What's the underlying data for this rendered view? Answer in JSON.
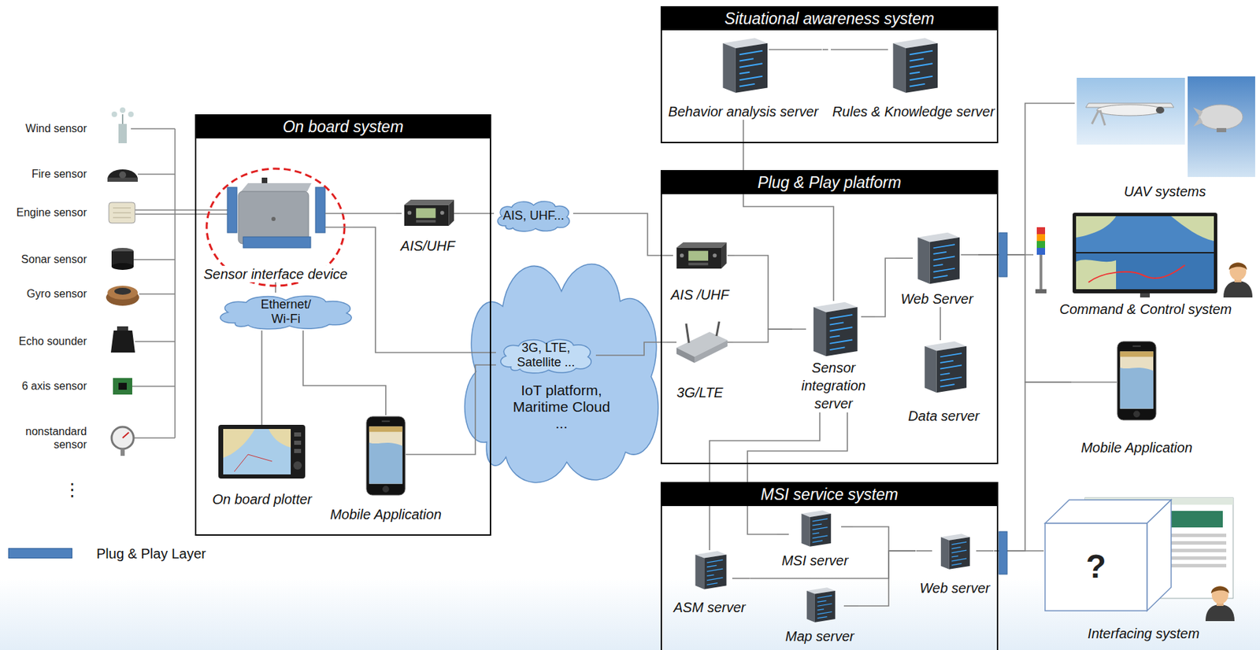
{
  "diagram": {
    "nodes": [
      {
        "text": [
          "On board system"
        ]
      },
      {
        "text": [
          "Sensor interface device"
        ],
        "in": 0
      },
      {
        "text": [
          "AIS/UHF"
        ],
        "in": 0
      },
      {
        "text": [
          "Ethernet/ Wi-Fi"
        ],
        "in": 0
      },
      {
        "text": [
          "On board plotter"
        ],
        "in": 0
      },
      {
        "text": [
          "Mobile Application"
        ],
        "in": 0
      },
      {
        "text": [
          "AIS, UHF..."
        ]
      },
      {
        "text": [
          "IoT platform, Maritime Cloud ..."
        ]
      },
      {
        "text": [
          "3G, LTE, Satellite ..."
        ],
        "in": 7
      },
      {
        "text": [
          "Situational awareness system"
        ]
      },
      {
        "text": [
          "Behavior analysis server"
        ],
        "in": 9
      },
      {
        "text": [
          "Rules & Knowledge server"
        ],
        "in": 9
      },
      {
        "text": [
          "Plug & Play platform"
        ]
      },
      {
        "text": [
          "AIS /UHF"
        ],
        "in": 12
      },
      {
        "text": [
          "3G/LTE"
        ],
        "in": 12
      },
      {
        "text": [
          "Sensor integration server"
        ],
        "in": 12
      },
      {
        "text": [
          "Web Server"
        ],
        "in": 12
      },
      {
        "text": [
          "Data server"
        ],
        "in": 12
      },
      {
        "text": [
          "MSI service system"
        ]
      },
      {
        "text": [
          "ASM server"
        ],
        "in": 18
      },
      {
        "text": [
          "MSI server"
        ],
        "in": 18
      },
      {
        "text": [
          "Map server"
        ],
        "in": 18
      },
      {
        "text": [
          "Web server"
        ],
        "in": 18
      },
      {
        "text": [
          "UAV systems"
        ]
      },
      {
        "text": [
          "Command & Control system"
        ]
      },
      {
        "text": [
          "Mobile Application"
        ]
      },
      {
        "text": [
          "?",
          "Interfacing system"
        ]
      }
    ],
    "edges": [
      {
        "from": 1,
        "to": 2,
        "arrow": "none"
      },
      {
        "from": 1,
        "to": 3,
        "arrow": "none"
      },
      {
        "from": 1,
        "to": 8,
        "arrow": "none"
      },
      {
        "from": 2,
        "to": 6,
        "arrow": "none"
      },
      {
        "from": 3,
        "to": 4,
        "arrow": "none"
      },
      {
        "from": 3,
        "to": 5,
        "arrow": "none"
      },
      {
        "from": 5,
        "to": 8,
        "arrow": "none"
      },
      {
        "from": 6,
        "to": 13,
        "arrow": "none"
      },
      {
        "from": 8,
        "to": 14,
        "arrow": "none"
      },
      {
        "from": 10,
        "to": 11,
        "arrow": "none"
      },
      {
        "from": 10,
        "to": 15,
        "arrow": "none"
      },
      {
        "from": 13,
        "to": 15,
        "arrow": "none"
      },
      {
        "from": 14,
        "to": 15,
        "arrow": "none"
      },
      {
        "from": 15,
        "to": 16,
        "arrow": "none"
      },
      {
        "from": 16,
        "to": 17,
        "arrow": "none"
      },
      {
        "from": 15,
        "to": 19,
        "arrow": "none"
      },
      {
        "from": 15,
        "to": 20,
        "arrow": "none"
      },
      {
        "from": 19,
        "to": 22,
        "arrow": "none"
      },
      {
        "from": 20,
        "to": 22,
        "arrow": "none"
      },
      {
        "from": 21,
        "to": 22,
        "arrow": "none"
      },
      {
        "from": 16,
        "to": 23,
        "arrow": "none"
      },
      {
        "from": 16,
        "to": 24,
        "arrow": "none"
      },
      {
        "from": 16,
        "to": 25,
        "arrow": "none"
      },
      {
        "from": 22,
        "to": 25,
        "arrow": "none"
      },
      {
        "from": 22,
        "to": 26,
        "arrow": "none"
      }
    ],
    "labels": [
      "Wind sensor",
      "Fire sensor",
      "Engine sensor",
      "Sonar sensor",
      "Gyro sensor",
      "Echo sounder",
      "6 axis sensor",
      "nonstandard sensor",
      "⋮"
    ],
    "legend": [
      {
        "text": "Plug & Play Layer",
        "color": "#4f81bd"
      }
    ]
  }
}
